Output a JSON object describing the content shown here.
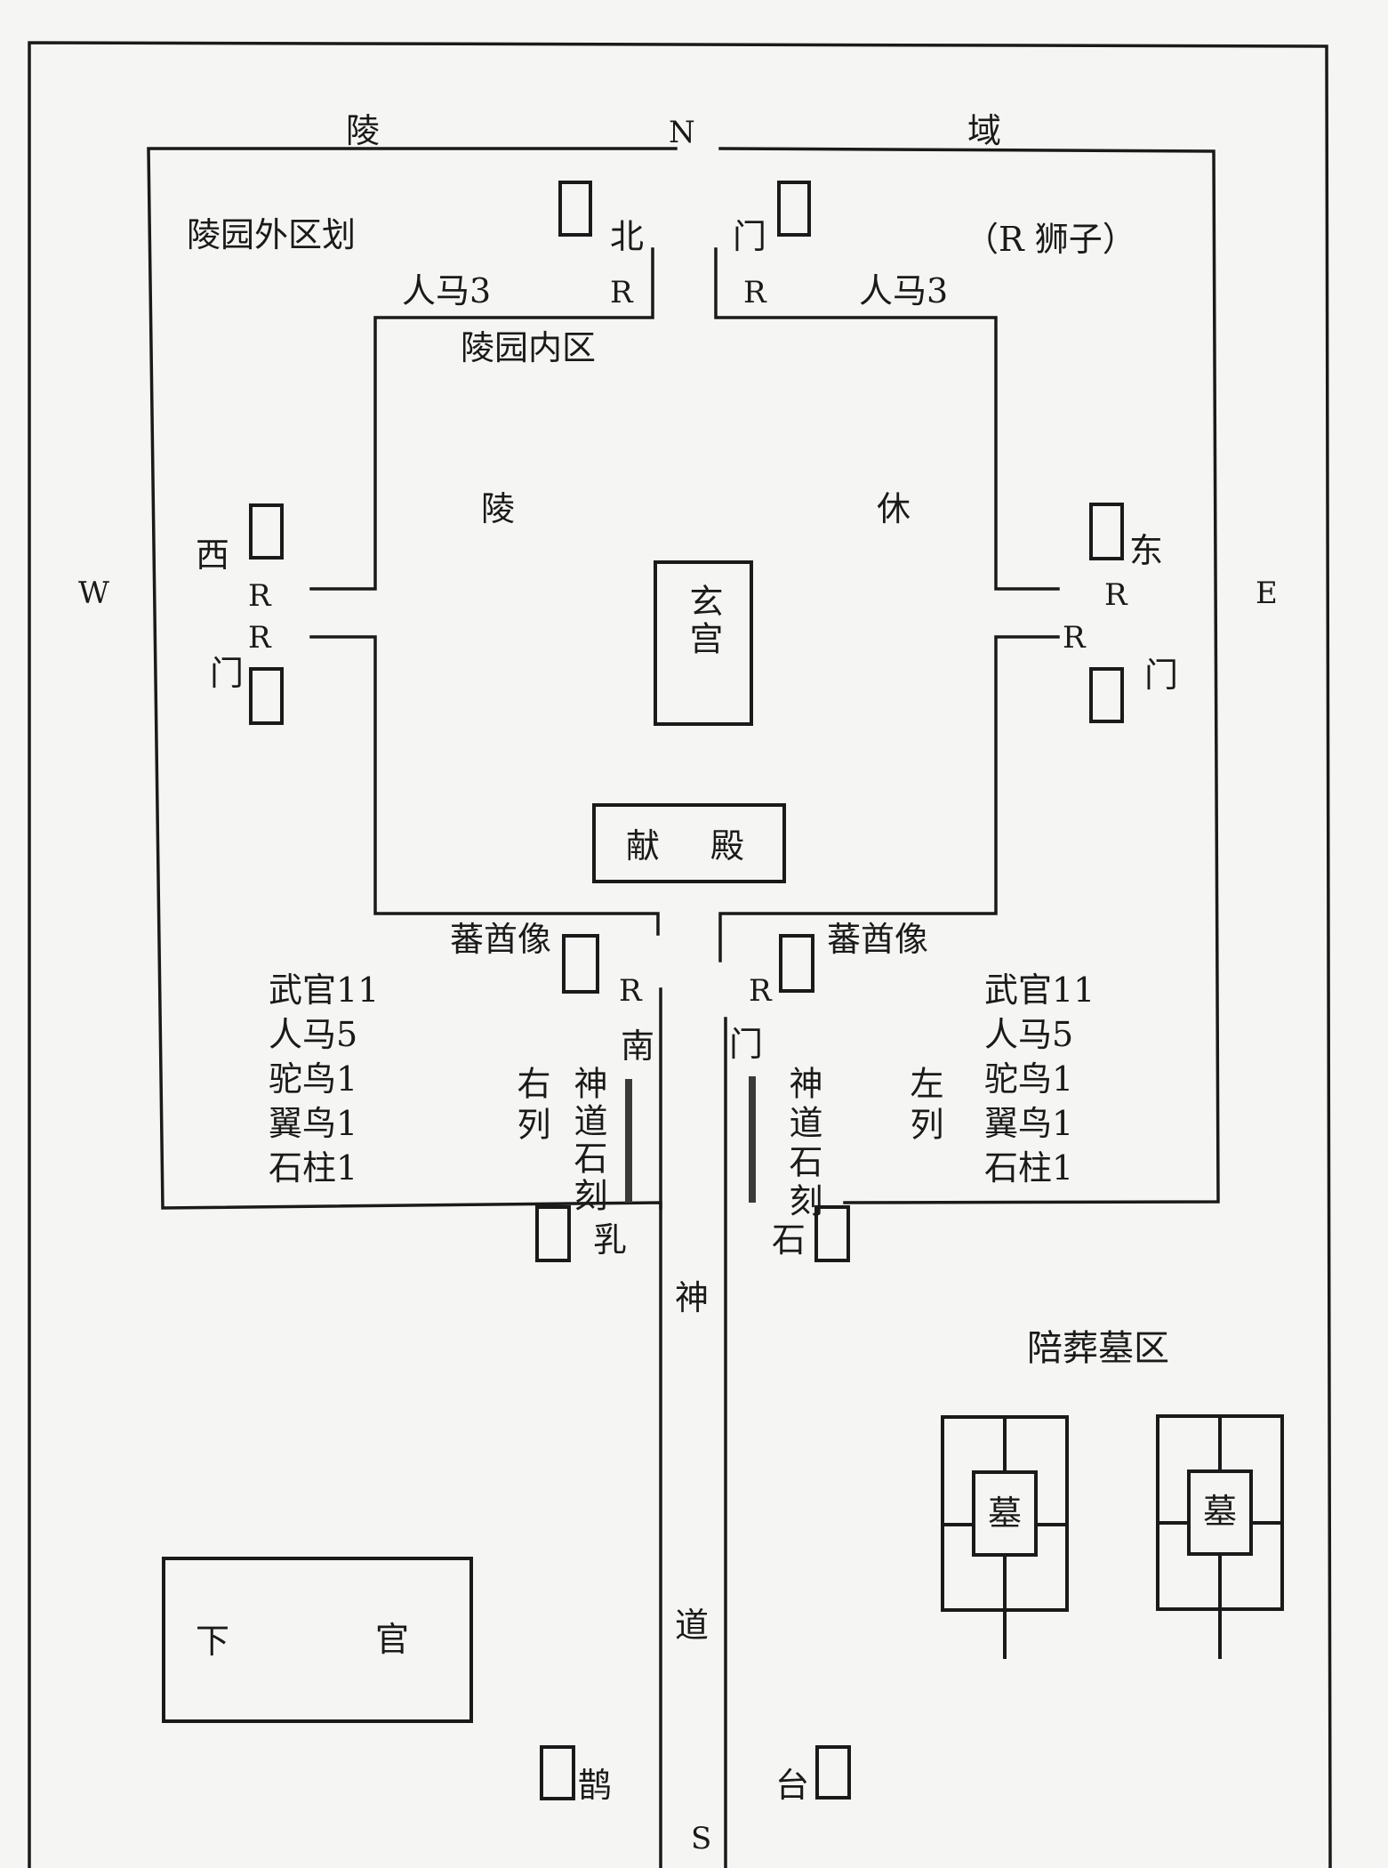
{
  "compass": {
    "n": "N",
    "s": "S",
    "e": "E",
    "w": "W"
  },
  "top_label": {
    "left": "陵",
    "right": "域"
  },
  "outer_zone_label": "陵园外区划",
  "lion_note": "（R 狮子）",
  "inner_zone_label": "陵园内区",
  "mausoleum_chars": {
    "left": "陵",
    "right": "休"
  },
  "xuangong": "玄宫",
  "xiandian": {
    "left": "献",
    "right": "殿"
  },
  "gates": {
    "north_left": "北",
    "north_right": "门",
    "west_top": "西",
    "west_bottom": "门",
    "east_top": "东",
    "east_bottom": "门",
    "south_left": "南",
    "south_right": "门"
  },
  "lion_marker": "R",
  "horse_groups": {
    "north_left": "人马3",
    "north_right": "人马3"
  },
  "envoys": {
    "left": "蕃酋像",
    "right": "蕃酋像"
  },
  "right_column_list": "武官11\n人马5\n驼鸟1\n翼鸟1\n石柱1",
  "left_column_list": "武官11\n人马5\n驼鸟1\n翼鸟1\n石柱1",
  "column_names": {
    "right": "右列",
    "left": "左列"
  },
  "shendao_carvings": "神道石刻",
  "ru_stone": {
    "left": "乳",
    "right": "石"
  },
  "spirit_way": {
    "a": "神",
    "b": "道"
  },
  "satellite_tombs": {
    "label": "陪葬墓区",
    "tomb": "墓"
  },
  "xiagong": {
    "left": "下",
    "right": "官"
  },
  "que_tai": {
    "left": "鹊",
    "right": "台"
  }
}
